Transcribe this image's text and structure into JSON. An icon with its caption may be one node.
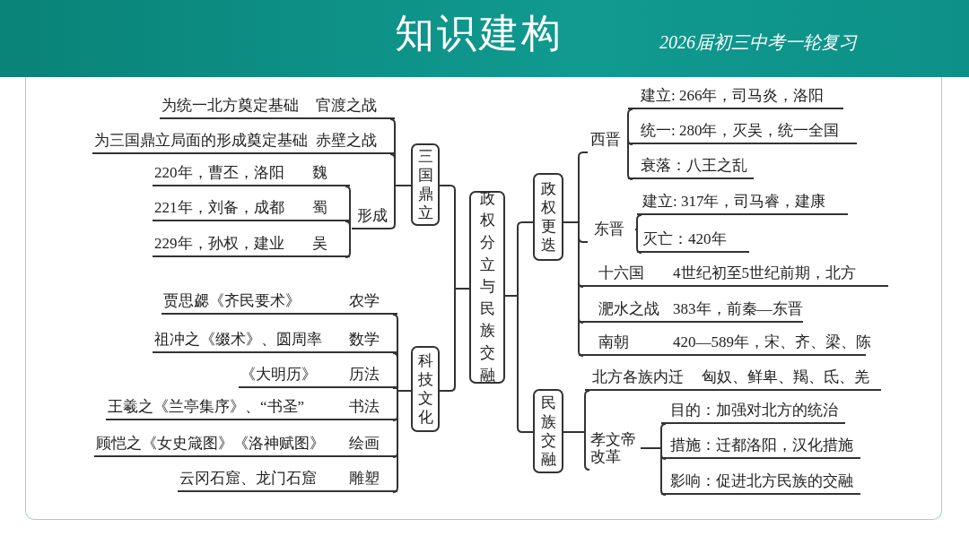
{
  "diagram": {
    "title": "知识建构",
    "nodes": [
      {
        "text": [
          "政权分立与民族交融"
        ]
      },
      {
        "text": [
          "三国鼎立"
        ]
      },
      {
        "text": [
          "为统一北方奠定基础",
          "官渡之战"
        ]
      },
      {
        "text": [
          "为三国鼎立局面的形成奠定基础",
          "赤壁之战"
        ]
      },
      {
        "text": [
          "形成"
        ]
      },
      {
        "text": [
          "220年，曹丕，洛阳",
          "魏"
        ]
      },
      {
        "text": [
          "221年，刘备，成都",
          "蜀"
        ]
      },
      {
        "text": [
          "229年，孙权，建业",
          "吴"
        ]
      },
      {
        "text": [
          "科技文化"
        ]
      },
      {
        "text": [
          "贾思勰《齐民要术》",
          "农学"
        ]
      },
      {
        "text": [
          "祖冲之《缀术》、圆周率",
          "数学"
        ]
      },
      {
        "text": [
          "《大明历》",
          "历法"
        ]
      },
      {
        "text": [
          "王羲之《兰亭集序》、“书圣”",
          "书法"
        ]
      },
      {
        "text": [
          "顾恺之《女史箴图》《洛神赋图》",
          "绘画"
        ]
      },
      {
        "text": [
          "云冈石窟、龙门石窟",
          "雕塑"
        ]
      },
      {
        "text": [
          "政权更迭"
        ]
      },
      {
        "text": [
          "西晋"
        ]
      },
      {
        "text": [
          "建立: 266年，司马炎，洛阳"
        ]
      },
      {
        "text": [
          "统一: 280年，灭吴，统一全国"
        ]
      },
      {
        "text": [
          "衰落：八王之乱"
        ]
      },
      {
        "text": [
          "东晋"
        ]
      },
      {
        "text": [
          "建立: 317年，司马睿，建康"
        ]
      },
      {
        "text": [
          "灭亡：420年"
        ]
      },
      {
        "text": [
          "十六国",
          "4世纪初至5世纪前期，北方"
        ]
      },
      {
        "text": [
          "淝水之战",
          "383年，前秦—东晋"
        ]
      },
      {
        "text": [
          "南朝",
          "420—589年，宋、齐、梁、陈"
        ]
      },
      {
        "text": [
          "民族交融"
        ]
      },
      {
        "text": [
          "北方各族内迁",
          "匈奴、鲜卑、羯、氐、羌"
        ]
      },
      {
        "text": [
          "孝文帝改革"
        ]
      },
      {
        "text": [
          "目的：加强对北方的统治"
        ]
      },
      {
        "text": [
          "措施：迁都洛阳，汉化措施"
        ]
      },
      {
        "text": [
          "影响：促进北方民族的交融"
        ]
      }
    ],
    "edges": [
      {
        "from": 0,
        "to": 1,
        "arrow": "none"
      },
      {
        "from": 0,
        "to": 8,
        "arrow": "none"
      },
      {
        "from": 0,
        "to": 15,
        "arrow": "none"
      },
      {
        "from": 0,
        "to": 26,
        "arrow": "none"
      },
      {
        "from": 1,
        "to": 2,
        "arrow": "none"
      },
      {
        "from": 1,
        "to": 3,
        "arrow": "none"
      },
      {
        "from": 1,
        "to": 4,
        "arrow": "none"
      },
      {
        "from": 4,
        "to": 5,
        "arrow": "none"
      },
      {
        "from": 4,
        "to": 6,
        "arrow": "none"
      },
      {
        "from": 4,
        "to": 7,
        "arrow": "none"
      },
      {
        "from": 8,
        "to": 9,
        "arrow": "none"
      },
      {
        "from": 8,
        "to": 10,
        "arrow": "none"
      },
      {
        "from": 8,
        "to": 11,
        "arrow": "none"
      },
      {
        "from": 8,
        "to": 12,
        "arrow": "none"
      },
      {
        "from": 8,
        "to": 13,
        "arrow": "none"
      },
      {
        "from": 8,
        "to": 14,
        "arrow": "none"
      },
      {
        "from": 15,
        "to": 16,
        "arrow": "none"
      },
      {
        "from": 15,
        "to": 20,
        "arrow": "none"
      },
      {
        "from": 15,
        "to": 23,
        "arrow": "none"
      },
      {
        "from": 15,
        "to": 24,
        "arrow": "none"
      },
      {
        "from": 15,
        "to": 25,
        "arrow": "none"
      },
      {
        "from": 16,
        "to": 17,
        "arrow": "none"
      },
      {
        "from": 16,
        "to": 18,
        "arrow": "none"
      },
      {
        "from": 16,
        "to": 19,
        "arrow": "none"
      },
      {
        "from": 20,
        "to": 21,
        "arrow": "none"
      },
      {
        "from": 20,
        "to": 22,
        "arrow": "none"
      },
      {
        "from": 26,
        "to": 27,
        "arrow": "none"
      },
      {
        "from": 26,
        "to": 28,
        "arrow": "none"
      },
      {
        "from": 28,
        "to": 29,
        "arrow": "none"
      },
      {
        "from": 28,
        "to": 30,
        "arrow": "none"
      },
      {
        "from": 28,
        "to": 31,
        "arrow": "none"
      }
    ],
    "labels": [
      "2026届初三中考一轮复习"
    ]
  }
}
